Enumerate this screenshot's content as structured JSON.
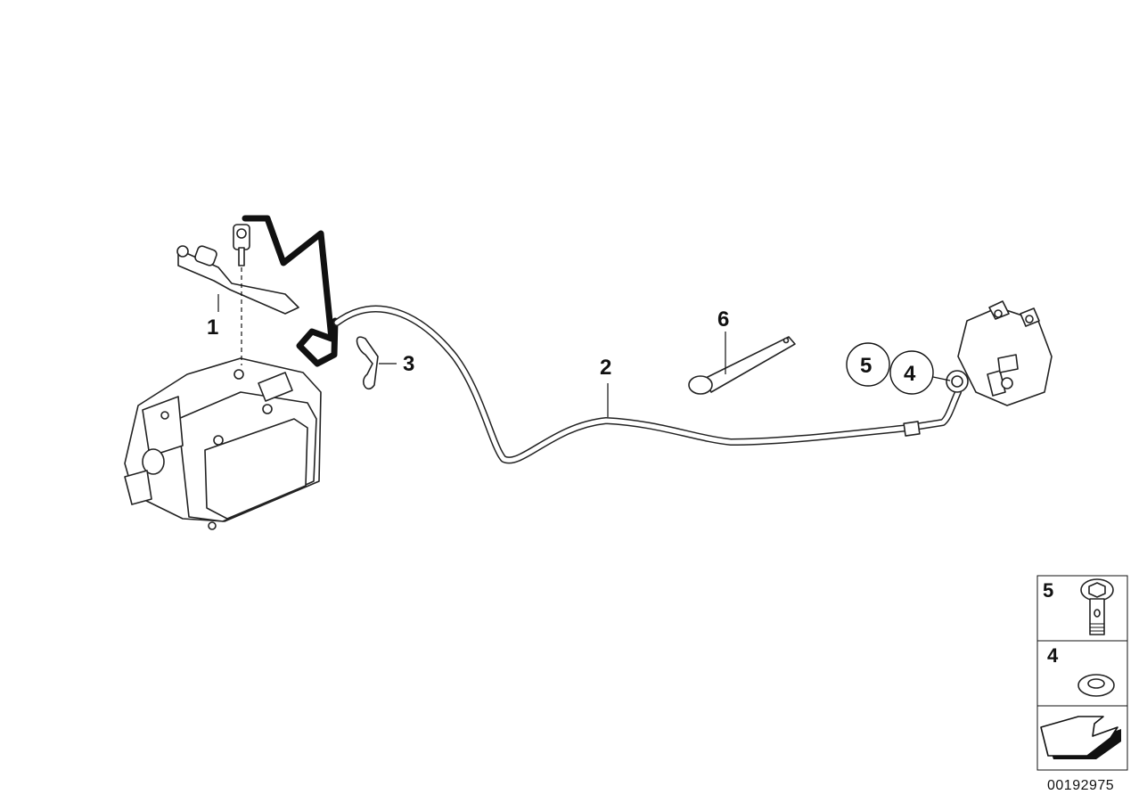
{
  "diagram": {
    "callouts": [
      {
        "id": "1",
        "label": "1"
      },
      {
        "id": "2",
        "label": "2"
      },
      {
        "id": "3",
        "label": "3"
      },
      {
        "id": "4",
        "label": "4"
      },
      {
        "id": "5",
        "label": "5"
      },
      {
        "id": "6",
        "label": "6"
      }
    ],
    "circled_labels": [
      {
        "id": "5",
        "label": "5"
      },
      {
        "id": "4",
        "label": "4"
      }
    ],
    "legend": [
      {
        "label": "5",
        "part": "banjo-bolt"
      },
      {
        "label": "4",
        "part": "sealing-washer"
      }
    ],
    "direction_icon": "arrow-left-down-icon",
    "document_number": "00192975"
  }
}
